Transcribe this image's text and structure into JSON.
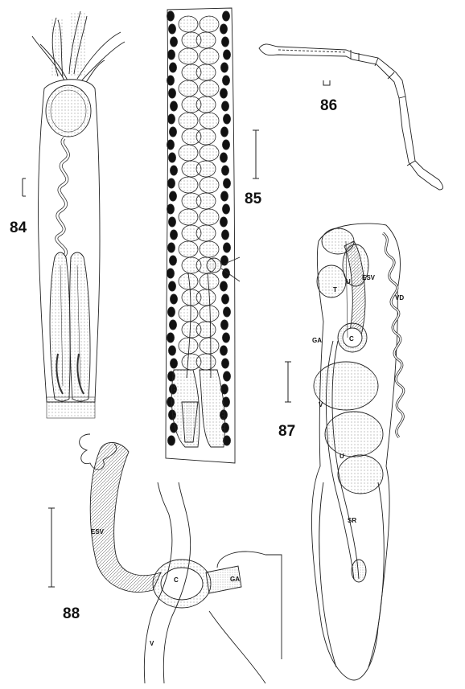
{
  "figures": {
    "fig84": "84",
    "fig85": "85",
    "fig86": "86",
    "fig87": "87",
    "fig88": "88"
  },
  "labels87": {
    "T": "T",
    "U_upper": "U",
    "ESV": "ESV",
    "VD": "VD",
    "GA": "GA",
    "C": "C",
    "V": "V",
    "U_lower": "U",
    "SR": "SR"
  },
  "labels88": {
    "ESV": "ESV",
    "C": "C",
    "GA": "GA",
    "V": "V"
  }
}
